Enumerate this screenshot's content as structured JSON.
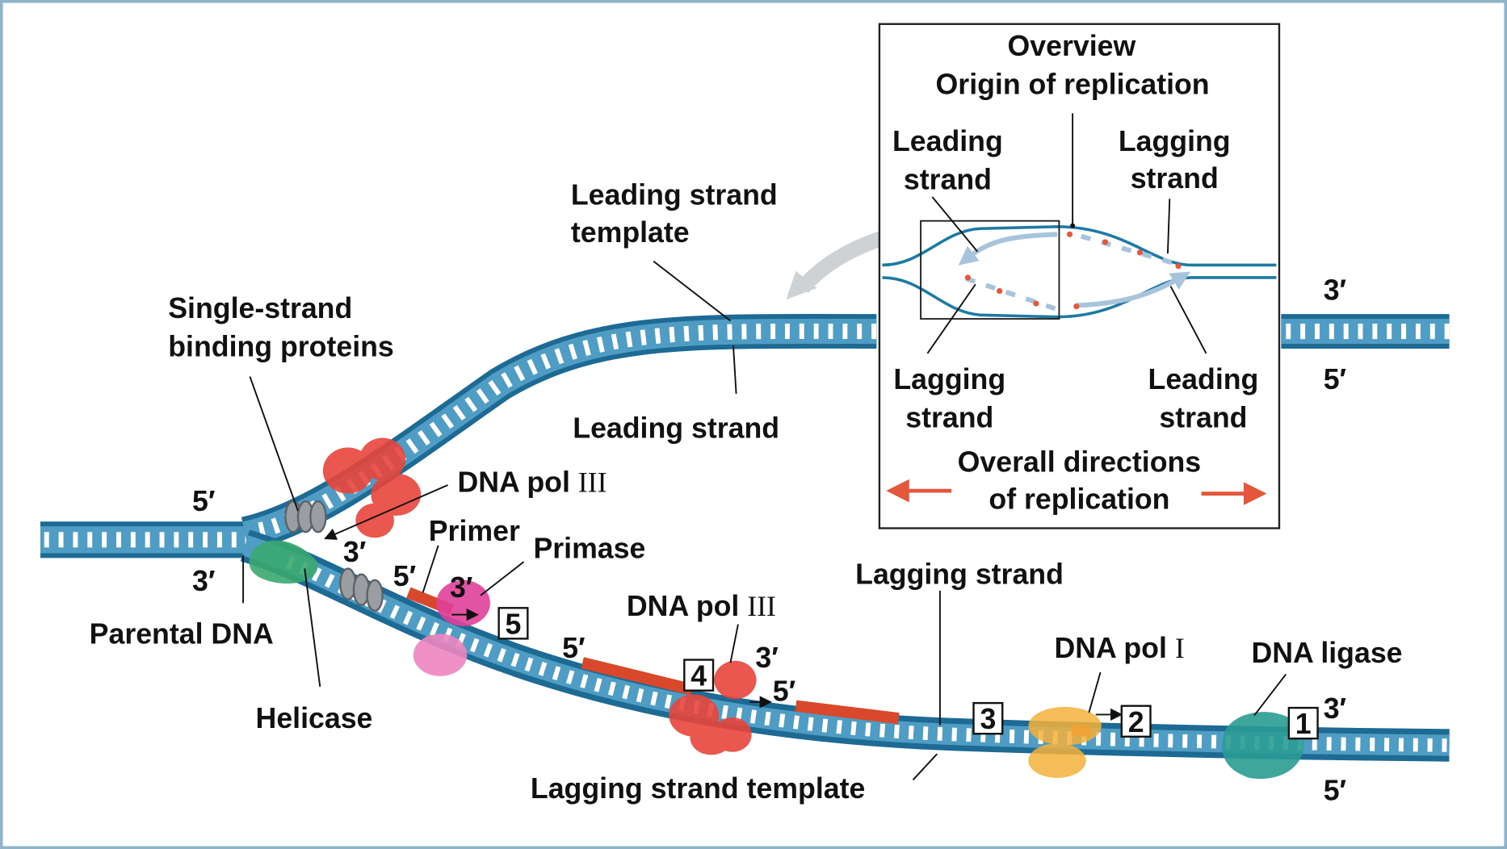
{
  "overview": {
    "title": "Overview",
    "origin": "Origin of replication",
    "top_left": [
      "Leading",
      "strand"
    ],
    "top_right": [
      "Lagging",
      "strand"
    ],
    "bottom_left": [
      "Lagging",
      "strand"
    ],
    "bottom_right": [
      "Leading",
      "strand"
    ],
    "directions": [
      "Overall directions",
      "of replication"
    ]
  },
  "labels": {
    "leading_template": [
      "Leading strand",
      "template"
    ],
    "leading_strand": "Leading strand",
    "ssb": [
      "Single-strand",
      "binding proteins"
    ],
    "dna_pol_iii_top": {
      "prefix": "DNA pol ",
      "numeral": "III"
    },
    "primer": "Primer",
    "primase": "Primase",
    "parental_dna": "Parental DNA",
    "helicase": "Helicase",
    "dna_pol_iii_bottom": {
      "prefix": "DNA pol ",
      "numeral": "III"
    },
    "lagging_strand": "Lagging strand",
    "dna_pol_i": {
      "prefix": "DNA pol ",
      "numeral": "I"
    },
    "dna_ligase": "DNA ligase",
    "lagging_template": "Lagging strand template"
  },
  "ends": {
    "five": "5′",
    "three": "3′"
  },
  "steps": [
    "1",
    "2",
    "3",
    "4",
    "5"
  ],
  "colors": {
    "dna_dark": "#1d6a94",
    "dna_light": "#5aa6cc",
    "rna_primer": "#d9482b",
    "dna_pol_iii": "#e8453c",
    "helicase": "#3aa870",
    "primase": "#e0409a",
    "dna_pol_i": "#f3b23a",
    "ligase": "#2a9c94",
    "ssb": "#9a9ea3",
    "direction_arrow": "#e4573a"
  }
}
